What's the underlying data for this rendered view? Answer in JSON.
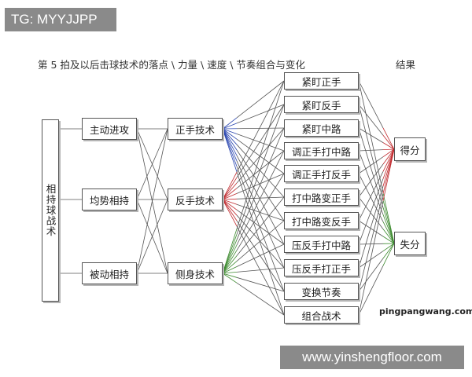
{
  "watermarks": {
    "top": "TG: MYYJJPP",
    "middle": "pingpangwang.com",
    "bottom": "www.yinshengfloor.com"
  },
  "title": "第 5 拍及以后击球技术的落点 \\ 力量 \\ 速度 \\ 节奏组合与变化",
  "result_label": "结果",
  "main_node": "相持球战术",
  "states": [
    "主动进攻",
    "均势相持",
    "被动相持"
  ],
  "techniques": [
    "正手技术",
    "反手技术",
    "侧身技术"
  ],
  "tactics": [
    "紧盯正手",
    "紧盯反手",
    "紧盯中路",
    "调正手打中路",
    "调正手打反手",
    "打中路变正手",
    "打中路变反手",
    "压反手打中路",
    "压反手打正手",
    "变换节奏",
    "组合战术"
  ],
  "results": [
    "得分",
    "失分"
  ],
  "colors": {
    "line": "#555555",
    "tech_forehand": "#2a46b0",
    "tech_backhand": "#c0282c",
    "tech_sideways": "#3c8a2e",
    "to_score": "#c0282c",
    "to_lose": "#3c8a2e"
  }
}
